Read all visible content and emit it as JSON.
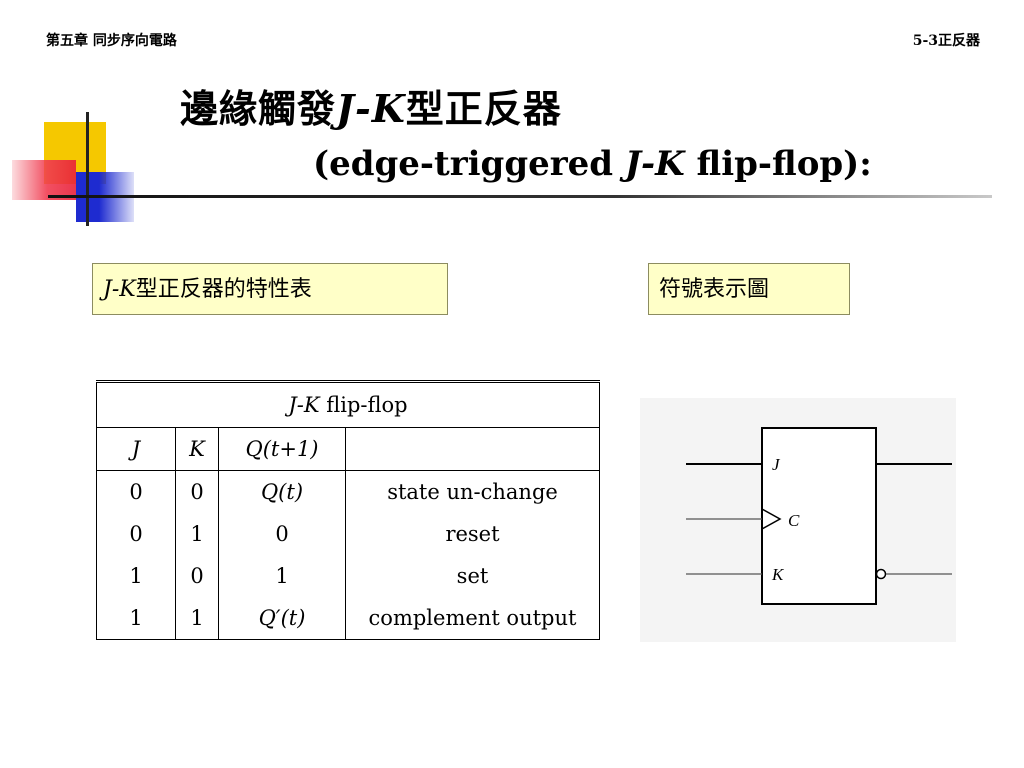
{
  "header": {
    "chapter": "第五章 同步序向電路",
    "section": "5-3正反器"
  },
  "title": {
    "line1_prefix": "邊緣觸發",
    "line1_italic": "J-K",
    "line1_suffix": "型正反器",
    "line2_open": "(edge-triggered ",
    "line2_italic": "J-K",
    "line2_close": " flip-flop):"
  },
  "labels": {
    "table_label_italic": "J-K",
    "table_label_text": "型正反器的特性表",
    "symbol_label": "符號表示圖"
  },
  "table": {
    "caption_italic": "J-K",
    "caption_text": " flip-flop",
    "headers": [
      "J",
      "K",
      "Q(t+1)",
      ""
    ],
    "rows": [
      [
        "0",
        "0",
        "Q(t)",
        "state un-change"
      ],
      [
        "0",
        "1",
        "0",
        "reset"
      ],
      [
        "1",
        "0",
        "1",
        "set"
      ],
      [
        "1",
        "1",
        "Q′(t)",
        "complement output"
      ]
    ]
  },
  "symbol": {
    "pin_j": "J",
    "pin_c": "C",
    "pin_k": "K"
  }
}
